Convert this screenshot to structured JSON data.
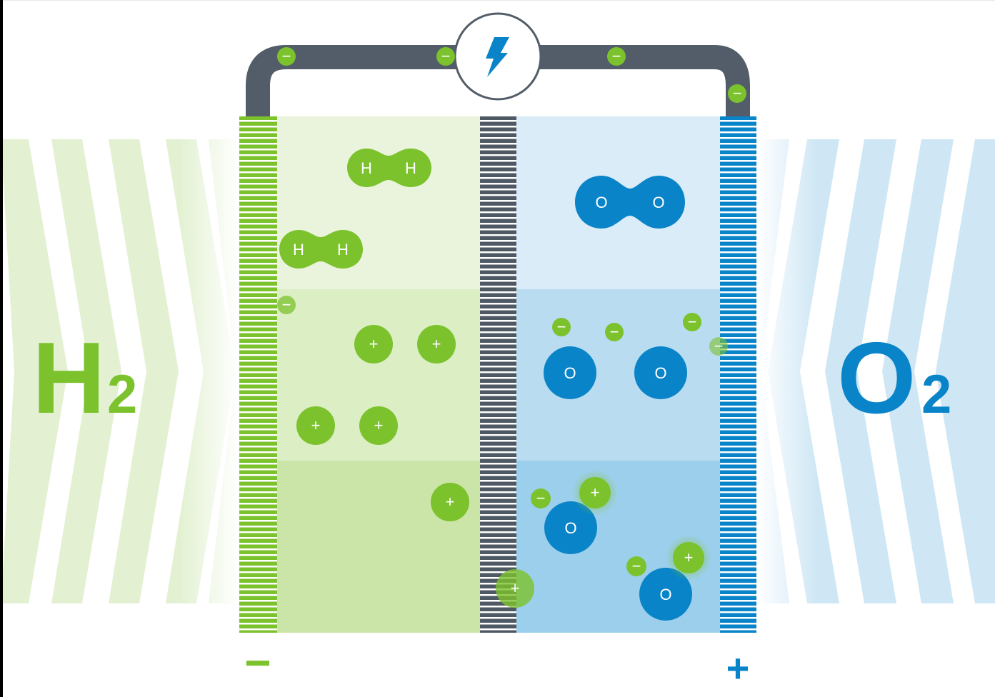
{
  "colors": {
    "hydrogen_green": "#7cc22d",
    "oxygen_blue": "#0a84c8",
    "wire_gray": "#525d69",
    "membrane_gray": "#4f5963",
    "anode_light": "#eaf4dd",
    "anode_mid": "#dbeec4",
    "anode_dark": "#cbe5a8",
    "cathode_light": "#d9ecf8",
    "cathode_mid": "#b9dcf1",
    "cathode_dark": "#9ccfeb"
  },
  "labels": {
    "hydrogen": "H",
    "hydrogen_sub": "2",
    "oxygen": "O",
    "oxygen_sub": "2",
    "negative_terminal": "−",
    "positive_terminal": "+"
  },
  "atoms": {
    "hydrogen": "H",
    "oxygen": "O",
    "proton": "+",
    "electron": "−"
  },
  "icons": {
    "power_source": "lightning-bolt-icon"
  }
}
